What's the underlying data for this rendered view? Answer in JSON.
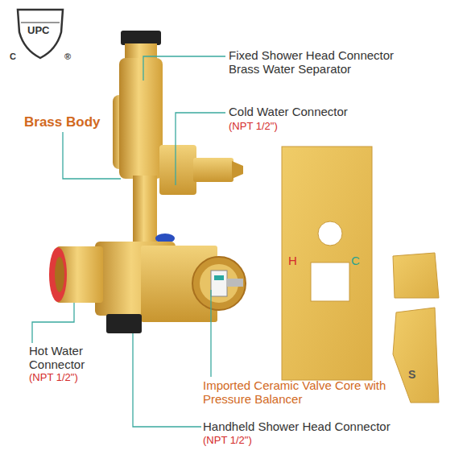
{
  "diagram": {
    "labels": [
      "UPC",
      "C",
      "®",
      "Fixed Shower Head Connector Brass Water Separator",
      "Brass Body",
      "Cold Water Connector",
      "(NPT 1/2\")",
      "H",
      "C",
      "S",
      "Hot Water Connector",
      "(NPT 1/2\")",
      "Imported Ceramic Valve Core with Pressure Balancer",
      "Handheld Shower Head Connector",
      "(NPT 1/2\")"
    ]
  }
}
